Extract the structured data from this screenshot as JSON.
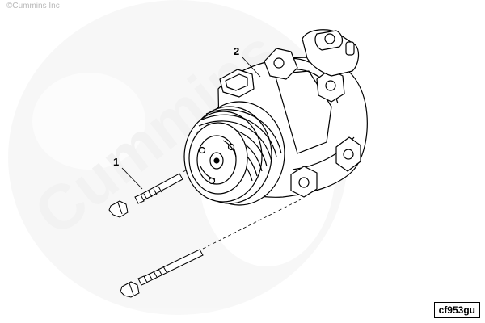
{
  "header": {
    "copyright": "©Cummins Inc"
  },
  "watermark": {
    "text": "Cummins"
  },
  "callouts": [
    {
      "label": "1"
    },
    {
      "label": "2"
    }
  ],
  "figure": {
    "code": "cf953gu"
  }
}
